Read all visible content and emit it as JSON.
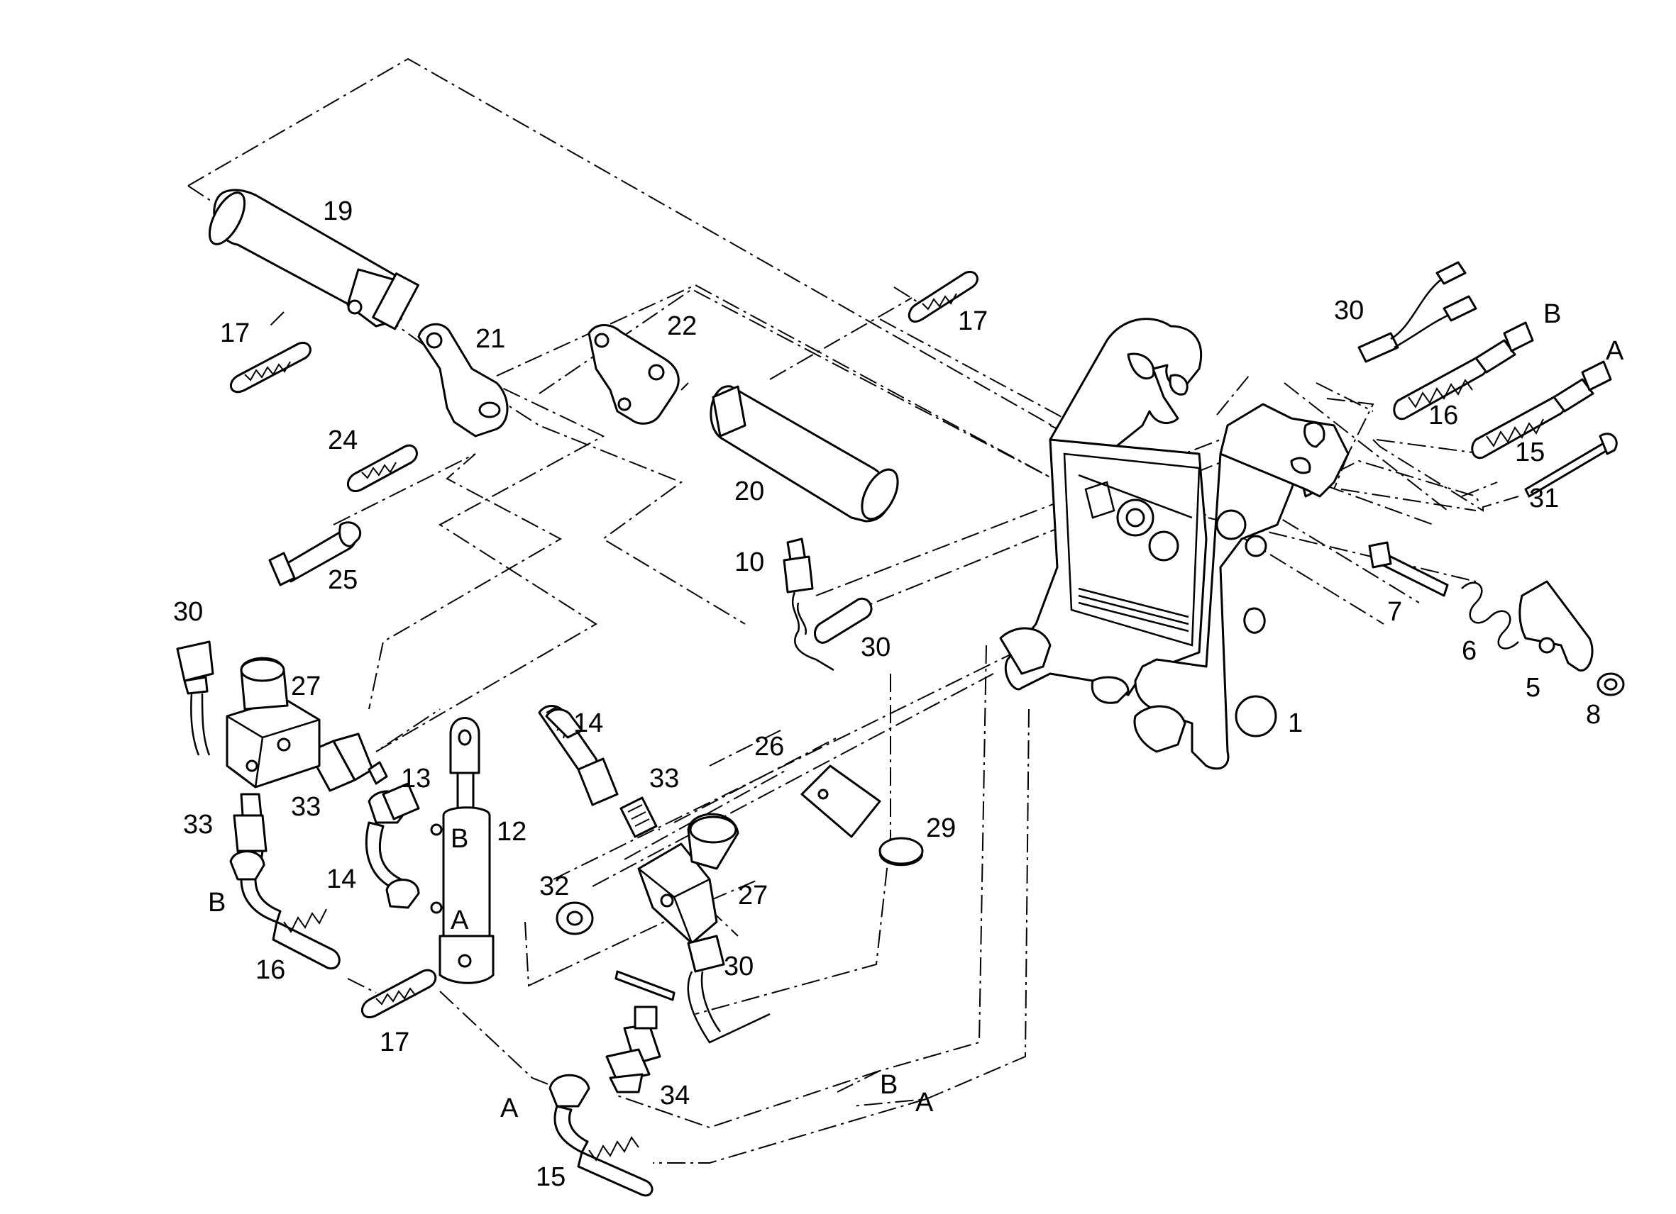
{
  "callouts": {
    "p1": "1",
    "p5": "5",
    "p6": "6",
    "p7": "7",
    "p8": "8",
    "p10": "10",
    "p12": "12",
    "p13": "13",
    "p14a": "14",
    "p14b": "14",
    "p15a": "15",
    "p15b": "15",
    "p16a": "16",
    "p16b": "16",
    "p17a": "17",
    "p17b": "17",
    "p17c": "17",
    "p19": "19",
    "p20": "20",
    "p21": "21",
    "p22": "22",
    "p24": "24",
    "p25": "25",
    "p26": "26",
    "p27a": "27",
    "p27b": "27",
    "p29": "29",
    "p30a": "30",
    "p30b": "30",
    "p30c": "30",
    "p30d": "30",
    "p31": "31",
    "p32": "32",
    "p33a": "33",
    "p33b": "33",
    "p33c": "33",
    "p34": "34"
  },
  "port_labels": {
    "a_right": "A",
    "b_right": "B",
    "a_cyl": "A",
    "b_cyl": "B",
    "b_hose16": "B",
    "a_hose15": "A",
    "b_line": "B",
    "a_line": "A"
  }
}
